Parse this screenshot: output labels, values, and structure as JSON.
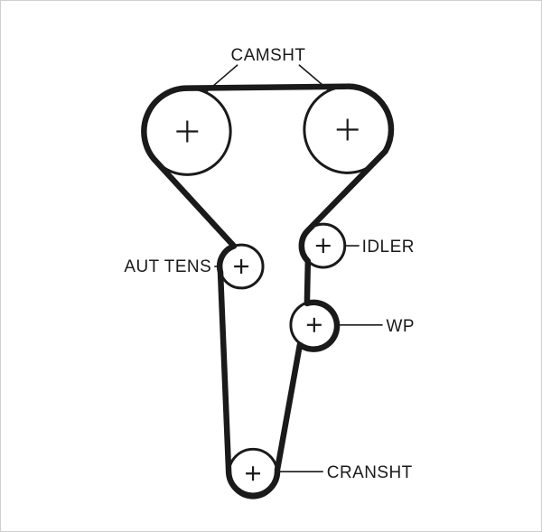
{
  "diagram": {
    "type": "timing-belt-routing",
    "labels": {
      "camshaft": "CAMSHT",
      "auto_tensioner": "AUT TENS",
      "idler": "IDLER",
      "water_pump": "WP",
      "crankshaft": "CRANSHT"
    },
    "colors": {
      "line": "#1a1a1a",
      "background": "#ffffff",
      "border": "#cfcfcf"
    }
  }
}
